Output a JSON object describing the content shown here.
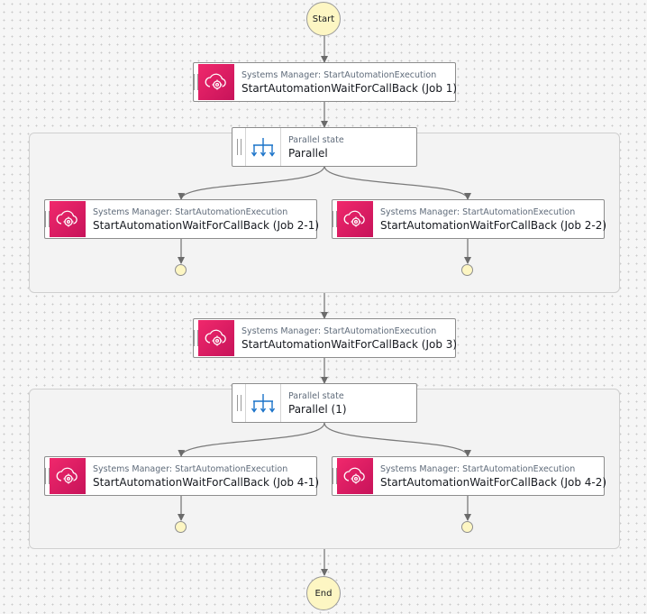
{
  "start_label": "Start",
  "end_label": "End",
  "icons": {
    "task": "systems-manager-icon",
    "parallel": "parallel-state-icon"
  },
  "colors": {
    "task_icon_bg": "#e7157b",
    "parallel_icon": "#1a73c9",
    "terminal_fill": "#fdf6c3"
  },
  "steps": {
    "job1": {
      "type": "Systems Manager: StartAutomationExecution",
      "name": "StartAutomationWaitForCallBack (Job 1)"
    },
    "parallel1": {
      "type": "Parallel state",
      "name": "Parallel"
    },
    "job2_1": {
      "type": "Systems Manager: StartAutomationExecution",
      "name": "StartAutomationWaitForCallBack (Job 2-1)"
    },
    "job2_2": {
      "type": "Systems Manager: StartAutomationExecution",
      "name": "StartAutomationWaitForCallBack (Job 2-2)"
    },
    "job3": {
      "type": "Systems Manager: StartAutomationExecution",
      "name": "StartAutomationWaitForCallBack (Job 3)"
    },
    "parallel2": {
      "type": "Parallel state",
      "name": "Parallel (1)"
    },
    "job4_1": {
      "type": "Systems Manager: StartAutomationExecution",
      "name": "StartAutomationWaitForCallBack (Job 4-1)"
    },
    "job4_2": {
      "type": "Systems Manager: StartAutomationExecution",
      "name": "StartAutomationWaitForCallBack (Job 4-2)"
    }
  }
}
